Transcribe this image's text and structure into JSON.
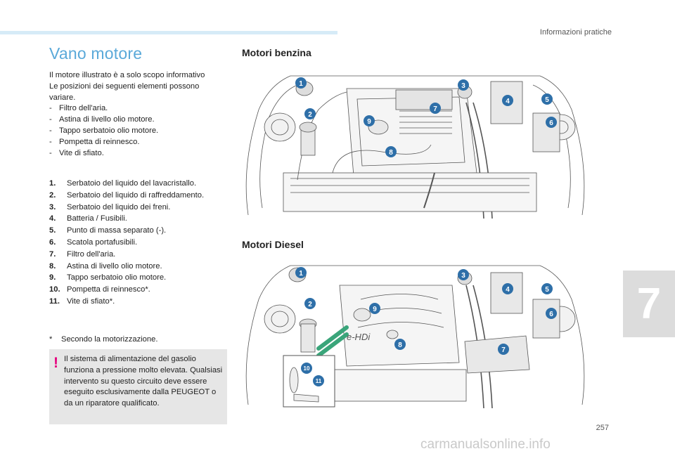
{
  "header": "Informazioni pratiche",
  "title": "Vano motore",
  "intro": {
    "lines": [
      "Il motore illustrato è a solo scopo informativo",
      "Le posizioni dei seguenti elementi possono",
      "variare."
    ],
    "bullets": [
      "Filtro dell'aria.",
      "Astina di livello olio motore.",
      "Tappo serbatoio olio motore.",
      "Pompetta di reinnesco.",
      "Vite di sfiato."
    ],
    "dash": "-"
  },
  "legend": [
    {
      "num": "1.",
      "text": "Serbatoio del liquido del lavacristallo."
    },
    {
      "num": "2.",
      "text": "Serbatoio del liquido di raffreddamento."
    },
    {
      "num": "3.",
      "text": "Serbatoio del liquido dei freni."
    },
    {
      "num": "4.",
      "text": "Batteria / Fusibili."
    },
    {
      "num": "5.",
      "text": "Punto di massa separato (-)."
    },
    {
      "num": "6.",
      "text": "Scatola portafusibili."
    },
    {
      "num": "7.",
      "text": "Filtro dell'aria."
    },
    {
      "num": "8.",
      "text": "Astina di livello olio motore."
    },
    {
      "num": "9.",
      "text": "Tappo serbatoio olio motore."
    },
    {
      "num": "10.",
      "text": "Pompetta di reinnesco*."
    },
    {
      "num": "11.",
      "text": "Vite di sfiato*."
    }
  ],
  "footnote": {
    "star": "*",
    "text": "Secondo la motorizzazione."
  },
  "warning": {
    "mark": "!",
    "text": "Il sistema di alimentazione del gasolio funziona a pressione molto elevata. Qualsiasi intervento su questo circuito deve essere eseguito esclusivamente dalla PEUGEOT o da un riparatore qualificato."
  },
  "sections": {
    "petrol": "Motori benzina",
    "diesel": "Motori Diesel"
  },
  "diagram_labels": {
    "ehdi": "e-HDi",
    "petrol_markers": [
      "1",
      "2",
      "3",
      "4",
      "5",
      "6",
      "7",
      "8",
      "9"
    ],
    "diesel_markers": [
      "1",
      "2",
      "3",
      "4",
      "5",
      "6",
      "7",
      "8",
      "9",
      "10",
      "11"
    ]
  },
  "colors": {
    "accent": "#5aa9d9",
    "marker": "#2e6fa8",
    "warning": "#e5007e",
    "highlight": "#3aa57a"
  },
  "chapter": "7",
  "page_number": "257",
  "watermark": "carmanualsonline.info"
}
